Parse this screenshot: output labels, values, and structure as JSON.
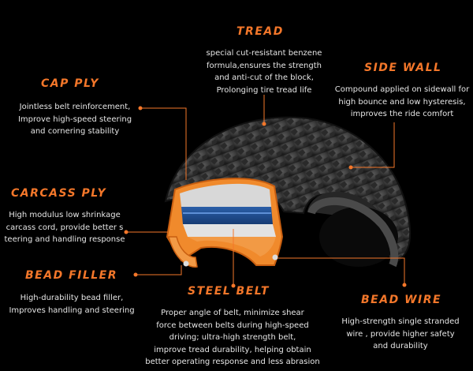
{
  "callouts": {
    "tread": {
      "title": "TREAD",
      "lines": [
        "special cut-resistant benzene",
        "formula,ensures the strength",
        "and anti-cut of the block,",
        "Prolonging tire tread life"
      ]
    },
    "side_wall": {
      "title": "SIDE WALL",
      "lines": [
        "Compound applied on sidewall for",
        "high bounce and low hysteresis,",
        "improves the ride comfort"
      ]
    },
    "cap_ply": {
      "title": "CAP PLY",
      "lines": [
        "Jointless belt reinforcement,",
        "Improve high-speed steering",
        "and cornering stability"
      ]
    },
    "carcass_ply": {
      "title": "CARCASS PLY",
      "lines": [
        "High modulus low shrinkage",
        "carcass cord, provide better s",
        "teering and handling response"
      ]
    },
    "bead_filler": {
      "title": "BEAD FILLER",
      "lines": [
        "High-durability bead filler,",
        "Improves handling and steering"
      ]
    },
    "steel_belt": {
      "title": "STEEL BELT",
      "lines": [
        "Proper angle of belt, minimize shear",
        "force between belts during high-speed",
        "driving; ultra-high strength belt,",
        "improve tread durability, helping obtain",
        "better operating response and less abrasion"
      ]
    },
    "bead_wire": {
      "title": "BEAD WIRE",
      "lines": [
        "High-strength single stranded",
        "wire , provide higher safety",
        "and durability"
      ]
    }
  },
  "colors": {
    "accent": "#f4772a",
    "background": "#000000",
    "text": "#e6e6e6"
  }
}
